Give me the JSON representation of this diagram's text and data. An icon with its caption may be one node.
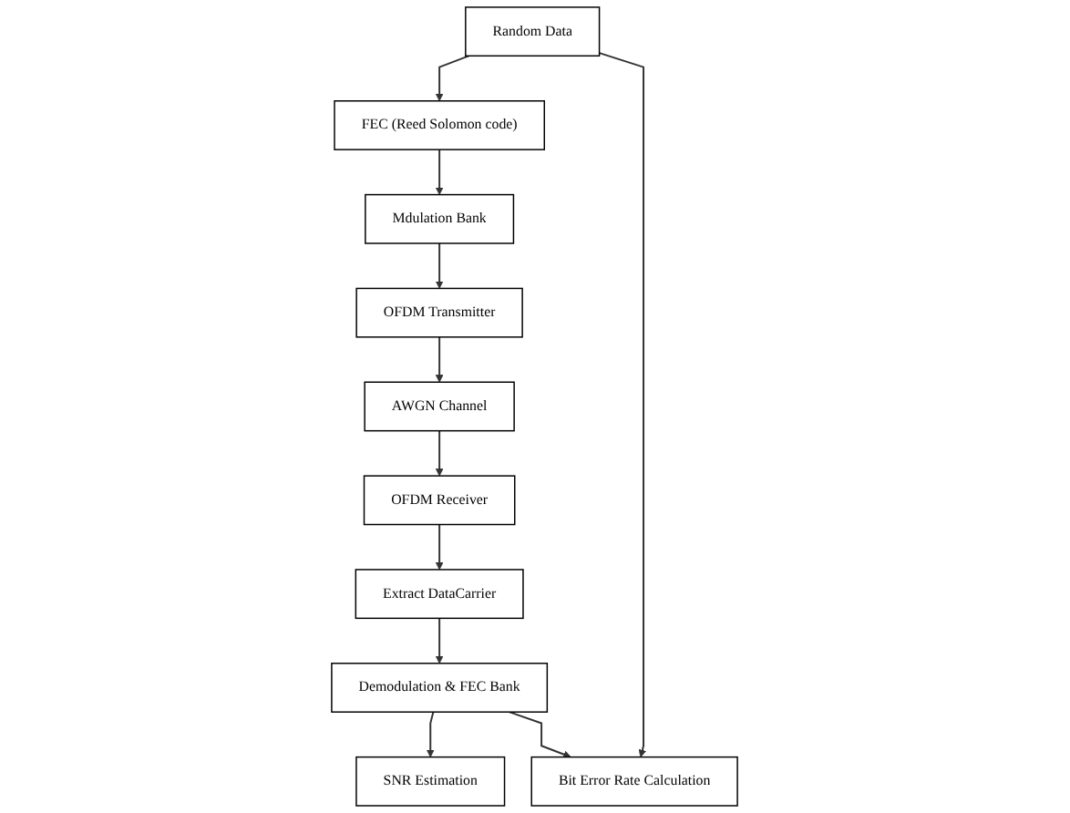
{
  "diagram": {
    "nodes": [
      {
        "text": [
          "Random Data"
        ]
      },
      {
        "text": [
          "FEC (Reed Solomon code)"
        ]
      },
      {
        "text": [
          "Mdulation Bank"
        ]
      },
      {
        "text": [
          "OFDM Transmitter"
        ]
      },
      {
        "text": [
          "Bit Error Rate Calculation"
        ]
      },
      {
        "text": [
          "AWGN Channel"
        ]
      },
      {
        "text": [
          "SNR Estimation"
        ]
      },
      {
        "text": [
          "Demodulation & FEC Bank"
        ]
      },
      {
        "text": [
          "Extract DataCarrier"
        ]
      },
      {
        "text": [
          "OFDM Receiver"
        ]
      }
    ],
    "edges": [
      {
        "from": 0,
        "to": 1,
        "arrow": "to"
      },
      {
        "from": 1,
        "to": 2,
        "arrow": "to"
      },
      {
        "from": 2,
        "to": 3,
        "arrow": "to"
      },
      {
        "from": 3,
        "to": 5,
        "arrow": "to"
      },
      {
        "from": 5,
        "to": 9,
        "arrow": "to"
      },
      {
        "from": 9,
        "to": 8,
        "arrow": "to"
      },
      {
        "from": 8,
        "to": 7,
        "arrow": "to"
      },
      {
        "from": 7,
        "to": 6,
        "arrow": "to"
      },
      {
        "from": 0,
        "to": 4,
        "arrow": "to"
      },
      {
        "from": 7,
        "to": 4,
        "arrow": "to"
      }
    ]
  }
}
